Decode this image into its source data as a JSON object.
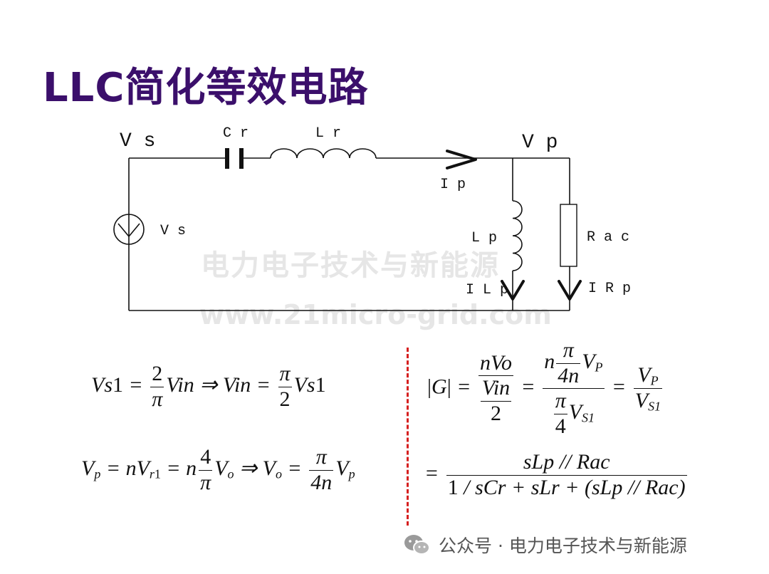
{
  "title": "LLC简化等效电路",
  "circuit": {
    "labels": {
      "vs_top": "V s",
      "cr": "C r",
      "lr": "L r",
      "vp": "V p",
      "ip": "I p",
      "vs_src": "V s",
      "lp": "L p",
      "rac": "R a c",
      "ilp": "I L p",
      "irp": "I R p"
    }
  },
  "watermark": {
    "line1": "电力电子技术与新能源",
    "line2": "www.21micro-grid.com"
  },
  "footer": {
    "icon": "wechat-icon",
    "text": "公众号 · 电力电子技术与新能源"
  },
  "colors": {
    "title": "#3b0f6b",
    "divider": "#d62020"
  }
}
